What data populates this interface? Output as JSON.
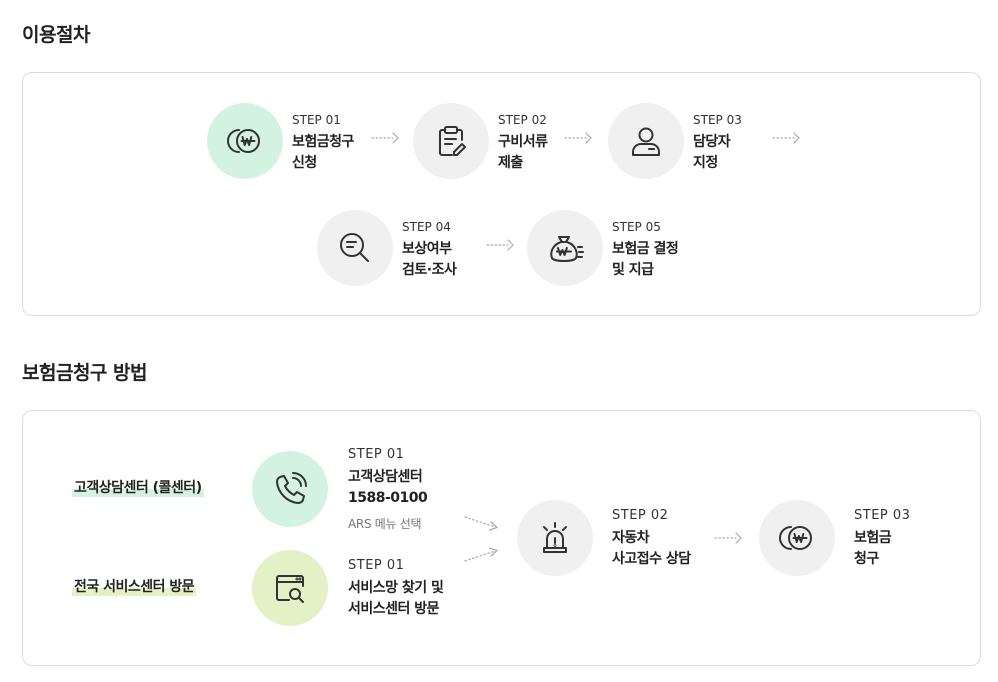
{
  "section1": {
    "title": "이용절차",
    "steps": [
      {
        "no": "STEP 01",
        "line1": "보험금청구",
        "line2": "신청",
        "icon": "coin-won-icon"
      },
      {
        "no": "STEP 02",
        "line1": "구비서류",
        "line2": "제출",
        "icon": "clipboard-edit-icon"
      },
      {
        "no": "STEP 03",
        "line1": "담당자",
        "line2": "지정",
        "icon": "person-icon"
      },
      {
        "no": "STEP 04",
        "line1": "보상여부",
        "line2": "검토·조사",
        "icon": "magnifier-icon"
      },
      {
        "no": "STEP 05",
        "line1": "보험금 결정",
        "line2": "및 지급",
        "icon": "money-bag-won-icon"
      }
    ]
  },
  "section2": {
    "title": "보험금청구 방법",
    "channel_callcenter": "고객상담센터 (콜센터)",
    "channel_visit": "전국 서비스센터 방문",
    "call_step": {
      "no": "STEP 01",
      "line1": "고객상담센터",
      "line2": "1588-0100",
      "sub": "ARS 메뉴 선택",
      "icon": "phone-call-icon"
    },
    "visit_step": {
      "no": "STEP 01",
      "line1": "서비스망 찾기 및",
      "line2": "서비스센터 방문",
      "icon": "browser-search-icon"
    },
    "step2": {
      "no": "STEP 02",
      "line1": "자동차",
      "line2": "사고접수 상담",
      "icon": "siren-icon"
    },
    "step3": {
      "no": "STEP 03",
      "line1": "보험금",
      "line2": "청구",
      "icon": "coin-won-icon"
    }
  },
  "colors": {
    "mint": "#d4f2e2",
    "lime": "#e4f0c6",
    "grey_circle": "#f0f0f0",
    "border": "#dcdcdc"
  }
}
